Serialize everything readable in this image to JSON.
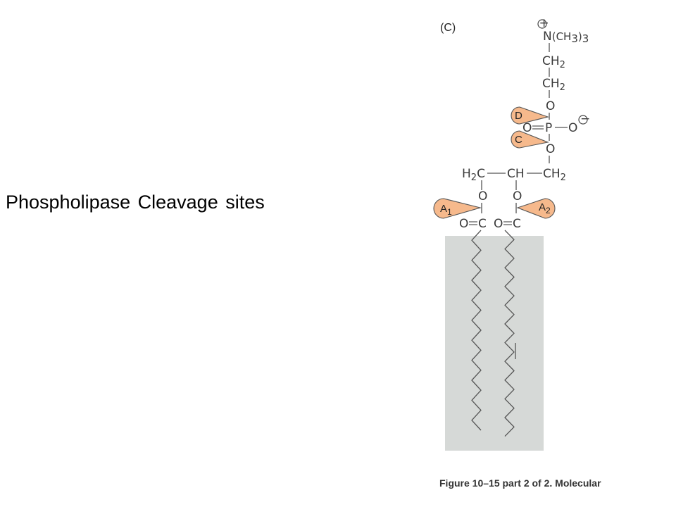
{
  "slide": {
    "title": "Phospholipase Cleavage sites"
  },
  "figure": {
    "panel_label": "(C)",
    "caption": "Figure 10–15 part 2 of 2. Molecular",
    "colors": {
      "site_fill": "#f6b98c",
      "tail_box": "#d6d9d7",
      "bond": "#555555"
    },
    "groups": {
      "choline_n": "N",
      "choline_me": "(CH",
      "sub3": "3",
      "close": ")",
      "ch": "CH",
      "sub2": "2",
      "o": "O",
      "p": "P",
      "h": "H",
      "c": "C"
    },
    "charges": {
      "plus": "+",
      "minus": "−"
    },
    "cleavage_sites": {
      "d": "D",
      "c": "C",
      "a": "A",
      "a1_sub": "1",
      "a2_sub": "2"
    }
  }
}
